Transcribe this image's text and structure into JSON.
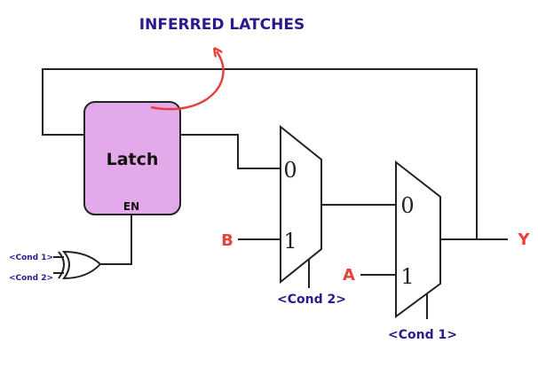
{
  "title": "INFERRED LATCHES",
  "latch": {
    "label": "Latch",
    "enable_label": "EN"
  },
  "or_gate": {
    "input_a": "<Cond 1>",
    "input_b": "<Cond 2>"
  },
  "mux1": {
    "input0": "0",
    "input1": "1",
    "select_label": "<Cond 2>",
    "data_b": "B"
  },
  "mux2": {
    "input0": "0",
    "input1": "1",
    "select_label": "<Cond 1>",
    "data_a": "A"
  },
  "output": {
    "label": "Y"
  },
  "colors": {
    "title": "#2b1a8f",
    "latch_fill": "#e3a9ea",
    "arrow": "#e8413c",
    "signal_red": "#e8413c",
    "condition_text": "#2b1a8f",
    "wire": "#222222"
  }
}
